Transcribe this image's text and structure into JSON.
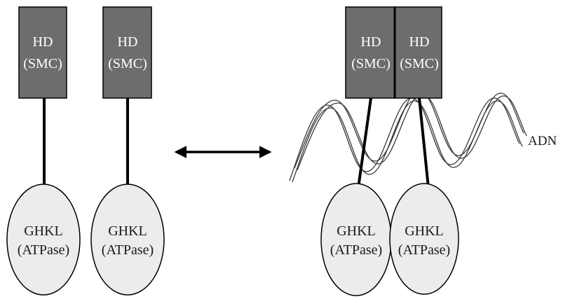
{
  "colors": {
    "hd_fill": "#6d6d6d",
    "hd_text": "#ffffff",
    "ghkl_fill": "#ececec",
    "outline": "#000000",
    "dna_stroke": "#3a3a3a"
  },
  "left_dimer": {
    "monomer_1": {
      "hd_line1": "HD",
      "hd_line2": "(SMC)",
      "ghkl_line1": "GHKL",
      "ghkl_line2": "(ATPase)"
    },
    "monomer_2": {
      "hd_line1": "HD",
      "hd_line2": "(SMC)",
      "ghkl_line1": "GHKL",
      "ghkl_line2": "(ATPase)"
    }
  },
  "arrow": {
    "direction": "bidirectional"
  },
  "right_dimer": {
    "monomer_1": {
      "hd_line1": "HD",
      "hd_line2": "(SMC)",
      "ghkl_line1": "GHKL",
      "ghkl_line2": "(ATPase)"
    },
    "monomer_2": {
      "hd_line1": "HD",
      "hd_line2": "(SMC)",
      "ghkl_line1": "GHKL",
      "ghkl_line2": "(ATPase)"
    }
  },
  "dna": {
    "label": "ADN"
  }
}
